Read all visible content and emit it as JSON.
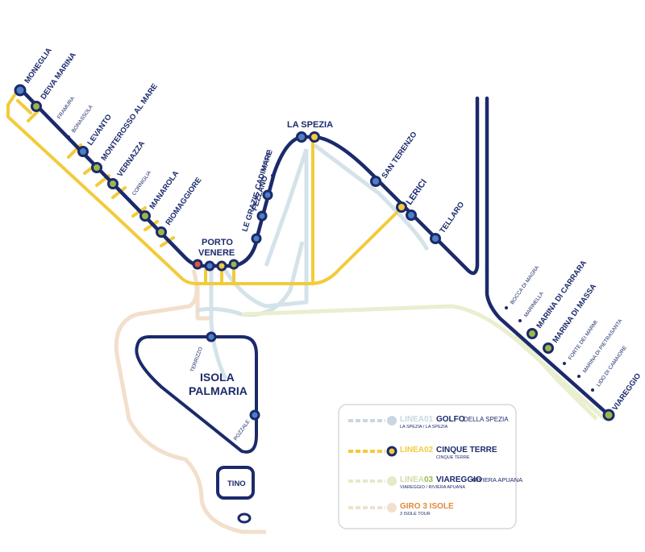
{
  "colors": {
    "navy": "#1b2a6b",
    "yellow": "#f2cb3a",
    "pale_blue": "#d4e3ea",
    "pale_green": "#e9efcf",
    "pale_orange": "#f2dfcc",
    "station_blue": "#4f7fc4",
    "station_green": "#9ab84a",
    "station_red": "#e4572e"
  },
  "stations": {
    "moneglia": "MONEGLIA",
    "deiva_marina": "DEIVA MARINA",
    "framura": "FRAMURA",
    "bonassola": "BONASSOLA",
    "levanto": "LEVANTO",
    "monterosso": "MONTEROSSO AL MARE",
    "vernazza": "VERNAZZA",
    "corniglia": "CORNIGLIA",
    "manarola": "MANAROLA",
    "riomaggiore": "RIOMAGGIORE",
    "porto": "PORTO",
    "venere": "VENERE",
    "la_spezia": "LA SPEZIA",
    "marola": "MAROLA",
    "cadimare": "CADIMARE",
    "fezzano": "FEZZANO",
    "le_grazie": "LE GRAZIE",
    "san_terenzo": "SAN TERENZO",
    "lerici": "LERICI",
    "tellaro": "TELLARO",
    "bocca_di_magra": "BOCCA DI MAGRA",
    "marinella": "MARINELLA",
    "marina_di_carrara": "MARINA DI CARRARA",
    "marina_di_massa": "MARINA DI MASSA",
    "forte_dei_marmi": "FORTE DEI MARMI",
    "marina_di_pietrasanta": "MARINA DI PIETRASANTA",
    "lido_di_camaiore": "LIDO DI CAMAIORE",
    "viareggio": "VIAREGGIO",
    "terrizzo": "TERRIZZO",
    "pozzale": "POZZALE"
  },
  "islands": {
    "palmaria_line1": "ISOLA",
    "palmaria_line2": "PALMARIA",
    "tino": "TINO"
  },
  "legend": {
    "items": [
      {
        "prefix": "LINEA",
        "number": "01",
        "name": "GOLFO",
        "rest": "DELLA SPEZIA",
        "sub": "LA SPEZIA / LA SPEZIA",
        "color": "#c9d6e2"
      },
      {
        "prefix": "LINEA",
        "number": "02",
        "name": "CINQUE TERRE",
        "rest": "",
        "sub": "CINQUE TERRE",
        "color": "#f2cb3a"
      },
      {
        "prefix": "LINEA",
        "number": "03",
        "name": "VIAREGGIO",
        "rest": "RIVIERA APUANA",
        "sub": "VIAREGGIO / RIVIERA APUANA",
        "color": "#e3ebc7"
      },
      {
        "prefix": "",
        "number": "",
        "name": "GIRO 3 ISOLE",
        "rest": "",
        "sub": "3 ISOLE TOUR",
        "color": "#f2dfcc"
      }
    ]
  }
}
